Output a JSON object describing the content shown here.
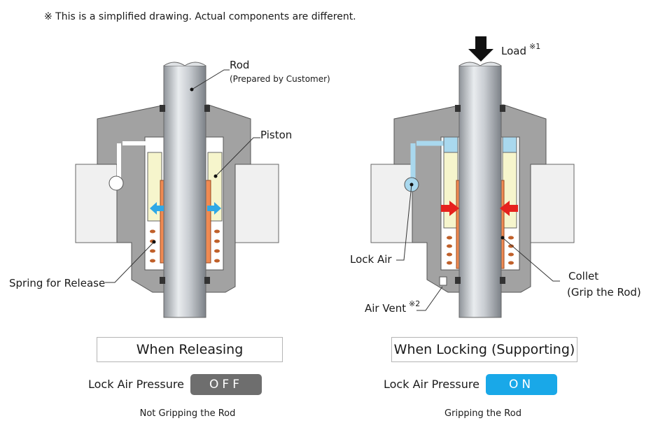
{
  "note": "※ This is a simplified drawing. Actual components are different.",
  "labels": {
    "rod": "Rod",
    "rod_sub": "(Prepared by Customer)",
    "piston": "Piston",
    "spring": "Spring for Release",
    "load": "Load",
    "load_mark": "※1",
    "lock_air": "Lock Air",
    "air_vent": "Air Vent",
    "air_vent_mark": "※2",
    "collet": "Collet",
    "collet_sub": "(Grip the Rod)"
  },
  "left_state": {
    "title": "When Releasing",
    "pressure_label": "Lock Air Pressure",
    "pressure_value": "OFF",
    "caption": "Not Gripping the Rod"
  },
  "right_state": {
    "title": "When Locking (Supporting)",
    "pressure_label": "Lock Air Pressure",
    "pressure_value": "ON",
    "caption": "Gripping the Rod"
  },
  "colors": {
    "body": "#9e9e9e",
    "plate": "#f0f0f0",
    "piston": "#f6f5cc",
    "collet": "#f08a52",
    "spring": "#c0602a",
    "air": "#a9d8ee",
    "arrow_release": "#2fa8e6",
    "arrow_lock": "#e6221e",
    "badge_off": "#6e6e6e",
    "badge_on": "#19a8e8"
  }
}
